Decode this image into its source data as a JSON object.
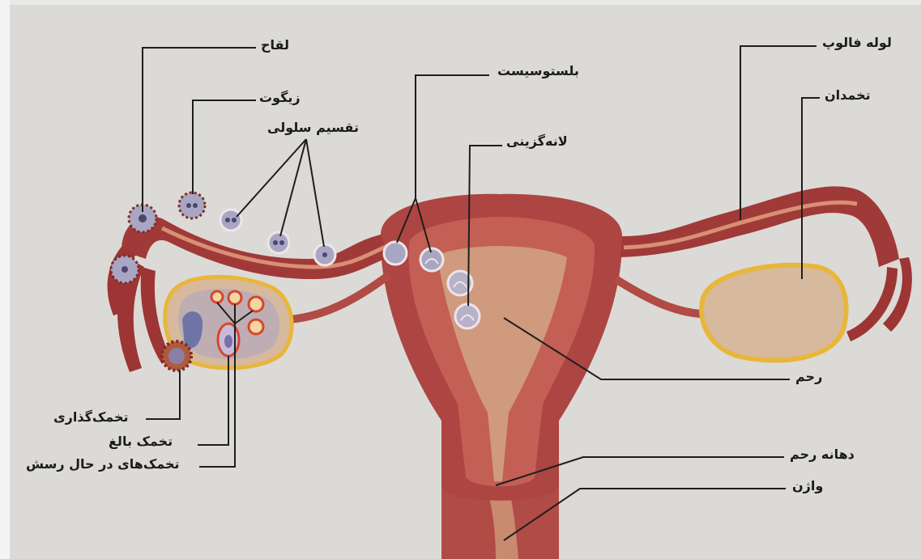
{
  "labels": {
    "fertilization": "لقاح",
    "zygote": "زیگوت",
    "cell_division": "تقسیم سلولی",
    "blastocyst": "بلستوسیست",
    "implantation": "لانه‌گزینی",
    "fallopian_tube": "لوله فالوپ",
    "ovary": "تخمدان",
    "uterus": "رحم",
    "cervix": "دهانه رحم",
    "vagina": "واژن",
    "ovulation": "تخمک‌گذاری",
    "mature_egg": "تخمک بالغ",
    "developing_eggs": "تخمک‌های در حال رسش"
  },
  "colors": {
    "background": "#dcdad6",
    "tissue_dark": "#8e2d2e",
    "tissue_mid": "#b9524c",
    "tissue_light": "#c9826c",
    "ovary_rim": "#e8b63b",
    "ovary_fill": "#d7b99e",
    "cell": "#a9a6c4",
    "leader_line": "#1e1e1e"
  }
}
